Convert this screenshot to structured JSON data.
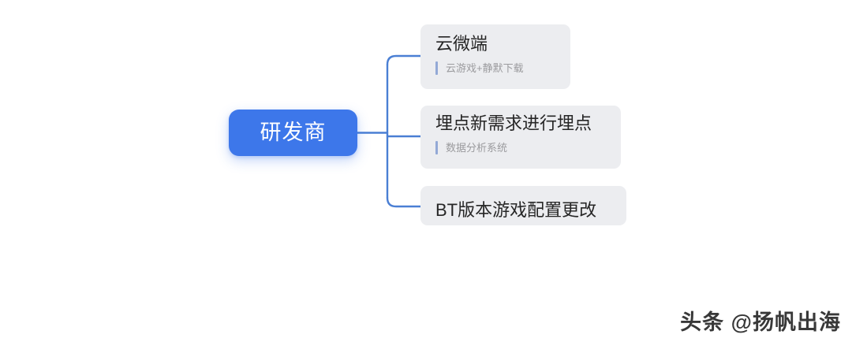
{
  "diagram": {
    "type": "mindmap",
    "orientation": "left-to-right",
    "colors": {
      "root_fill": "#3d77ea",
      "root_text": "#ffffff",
      "card_fill": "#ecedf0",
      "card_title_text": "#262626",
      "card_subtitle_text": "#9b9b9e",
      "subtitle_bar": "#93a9d6",
      "connector_line": "#4a7fd4",
      "background": "#ffffff"
    },
    "root": {
      "label": "研发商"
    },
    "children": [
      {
        "title": "云微端",
        "subtitle": "云游戏+静默下载"
      },
      {
        "title": "埋点新需求进行埋点",
        "subtitle": "数据分析系统"
      },
      {
        "title": "BT版本游戏配置更改",
        "subtitle": ""
      }
    ]
  },
  "watermark": {
    "text": "头条 @扬帆出海"
  }
}
